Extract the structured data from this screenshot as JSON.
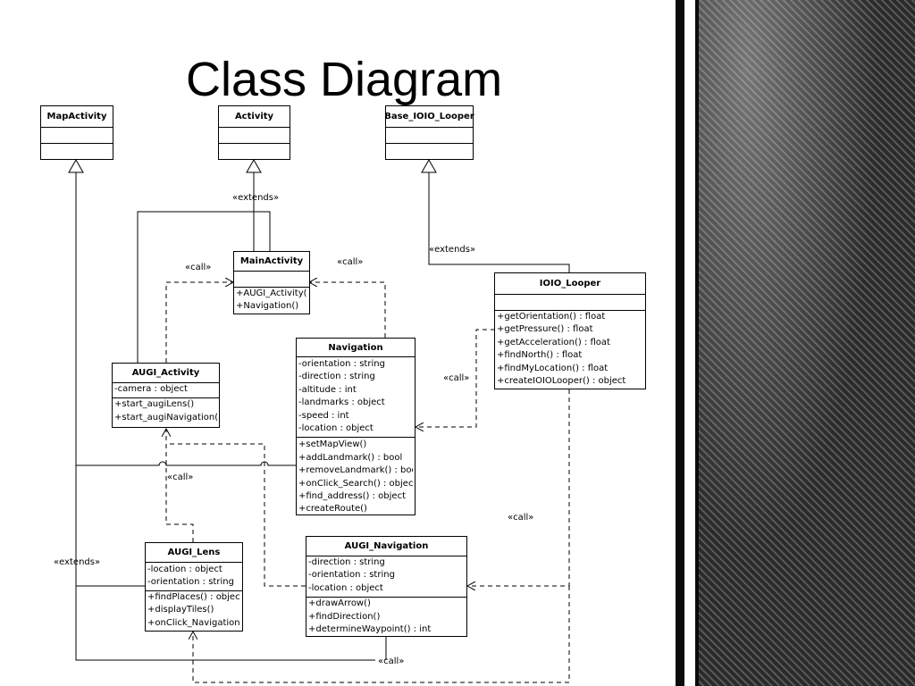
{
  "title": "Class Diagram",
  "classes": {
    "mapactivity": {
      "name": "MapActivity",
      "attributes": [],
      "methods": []
    },
    "activity": {
      "name": "Activity",
      "attributes": [],
      "methods": []
    },
    "base_ioio_looper": {
      "name": "Base_IOIO_Looper",
      "attributes": [],
      "methods": []
    },
    "mainactivity": {
      "name": "MainActivity",
      "attributes": [],
      "methods": [
        "+AUGI_Activity()",
        "+Navigation()"
      ]
    },
    "ioio_looper": {
      "name": "IOIO_Looper",
      "attributes": [],
      "methods": [
        "+getOrientation() : float",
        "+getPressure() : float",
        "+getAcceleration() : float",
        "+findNorth() : float",
        "+findMyLocation() : float",
        "+createIOIOLooper() : object"
      ]
    },
    "navigation": {
      "name": "Navigation",
      "attributes": [
        "-orientation : string",
        "-direction : string",
        "-altitude : int",
        "-landmarks : object",
        "-speed : int",
        "-location : object"
      ],
      "methods": [
        "+setMapView()",
        "+addLandmark() : bool",
        "+removeLandmark() : bool",
        "+onClick_Search() : object",
        "+find_address() : object",
        "+createRoute()"
      ]
    },
    "augi_activity": {
      "name": "AUGI_Activity",
      "attributes": [
        "-camera : object"
      ],
      "methods": [
        "+start_augiLens()",
        "+start_augiNavigation()"
      ]
    },
    "augi_lens": {
      "name": "AUGI_Lens",
      "attributes": [
        "-location : object",
        "-orientation : string"
      ],
      "methods": [
        "+findPlaces() : object",
        "+displayTiles()",
        "+onClick_Navigation()"
      ]
    },
    "augi_navigation": {
      "name": "AUGI_Navigation",
      "attributes": [
        "-direction : string",
        "-orientation : string",
        "-location : object"
      ],
      "methods": [
        "+drawArrow()",
        "+findDirection()",
        "+determineWaypoint() : int"
      ]
    }
  },
  "relation_labels": {
    "extends_activity": "«extends»",
    "extends_ioio": "«extends»",
    "extends_map": "«extends»",
    "call_aa_main": "«call»",
    "call_nav_main": "«call»",
    "call_ioio_nav": "«call»",
    "call_lens_aa": "«call»",
    "call_ioio_augi": "«call»",
    "call_bottom": "«call»"
  }
}
